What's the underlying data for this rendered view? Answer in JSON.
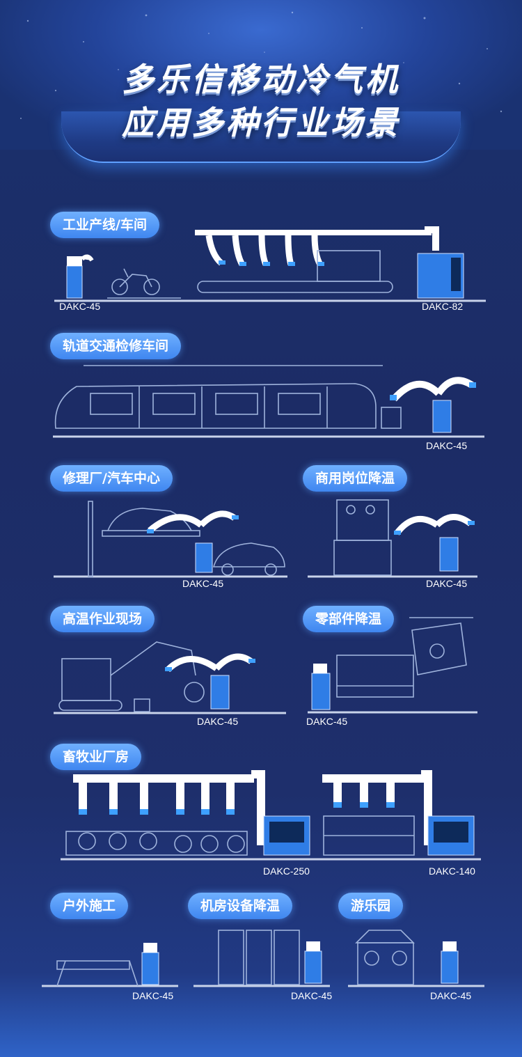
{
  "title": {
    "line1": "多乐信移动冷气机",
    "line2": "应用多种行业场景"
  },
  "scenes": {
    "industrial_line": {
      "label": "工业产线/车间",
      "models": [
        "DAKC-45",
        "DAKC-82"
      ]
    },
    "rail_maintenance": {
      "label": "轨道交通检修车间",
      "models": [
        "DAKC-45"
      ]
    },
    "auto_repair": {
      "label": "修理厂/汽车中心",
      "models": [
        "DAKC-45"
      ]
    },
    "commercial_post": {
      "label": "商用岗位降温",
      "models": [
        "DAKC-45"
      ]
    },
    "high_temp_site": {
      "label": "高温作业现场",
      "models": [
        "DAKC-45"
      ]
    },
    "parts_cooling": {
      "label": "零部件降温",
      "models": [
        "DAKC-45"
      ]
    },
    "livestock": {
      "label": "畜牧业厂房",
      "models": [
        "DAKC-250",
        "DAKC-140"
      ]
    },
    "outdoor_construction": {
      "label": "户外施工",
      "models": [
        "DAKC-45"
      ]
    },
    "server_room": {
      "label": "机房设备降温",
      "models": [
        "DAKC-45"
      ]
    },
    "amusement_park": {
      "label": "游乐园",
      "models": [
        "DAKC-45"
      ]
    }
  },
  "colors": {
    "background": "#1c2c66",
    "accent_blue": "#3f86f0",
    "pill_light": "#6fb0ff",
    "unit_blue": "#2f7de6"
  }
}
